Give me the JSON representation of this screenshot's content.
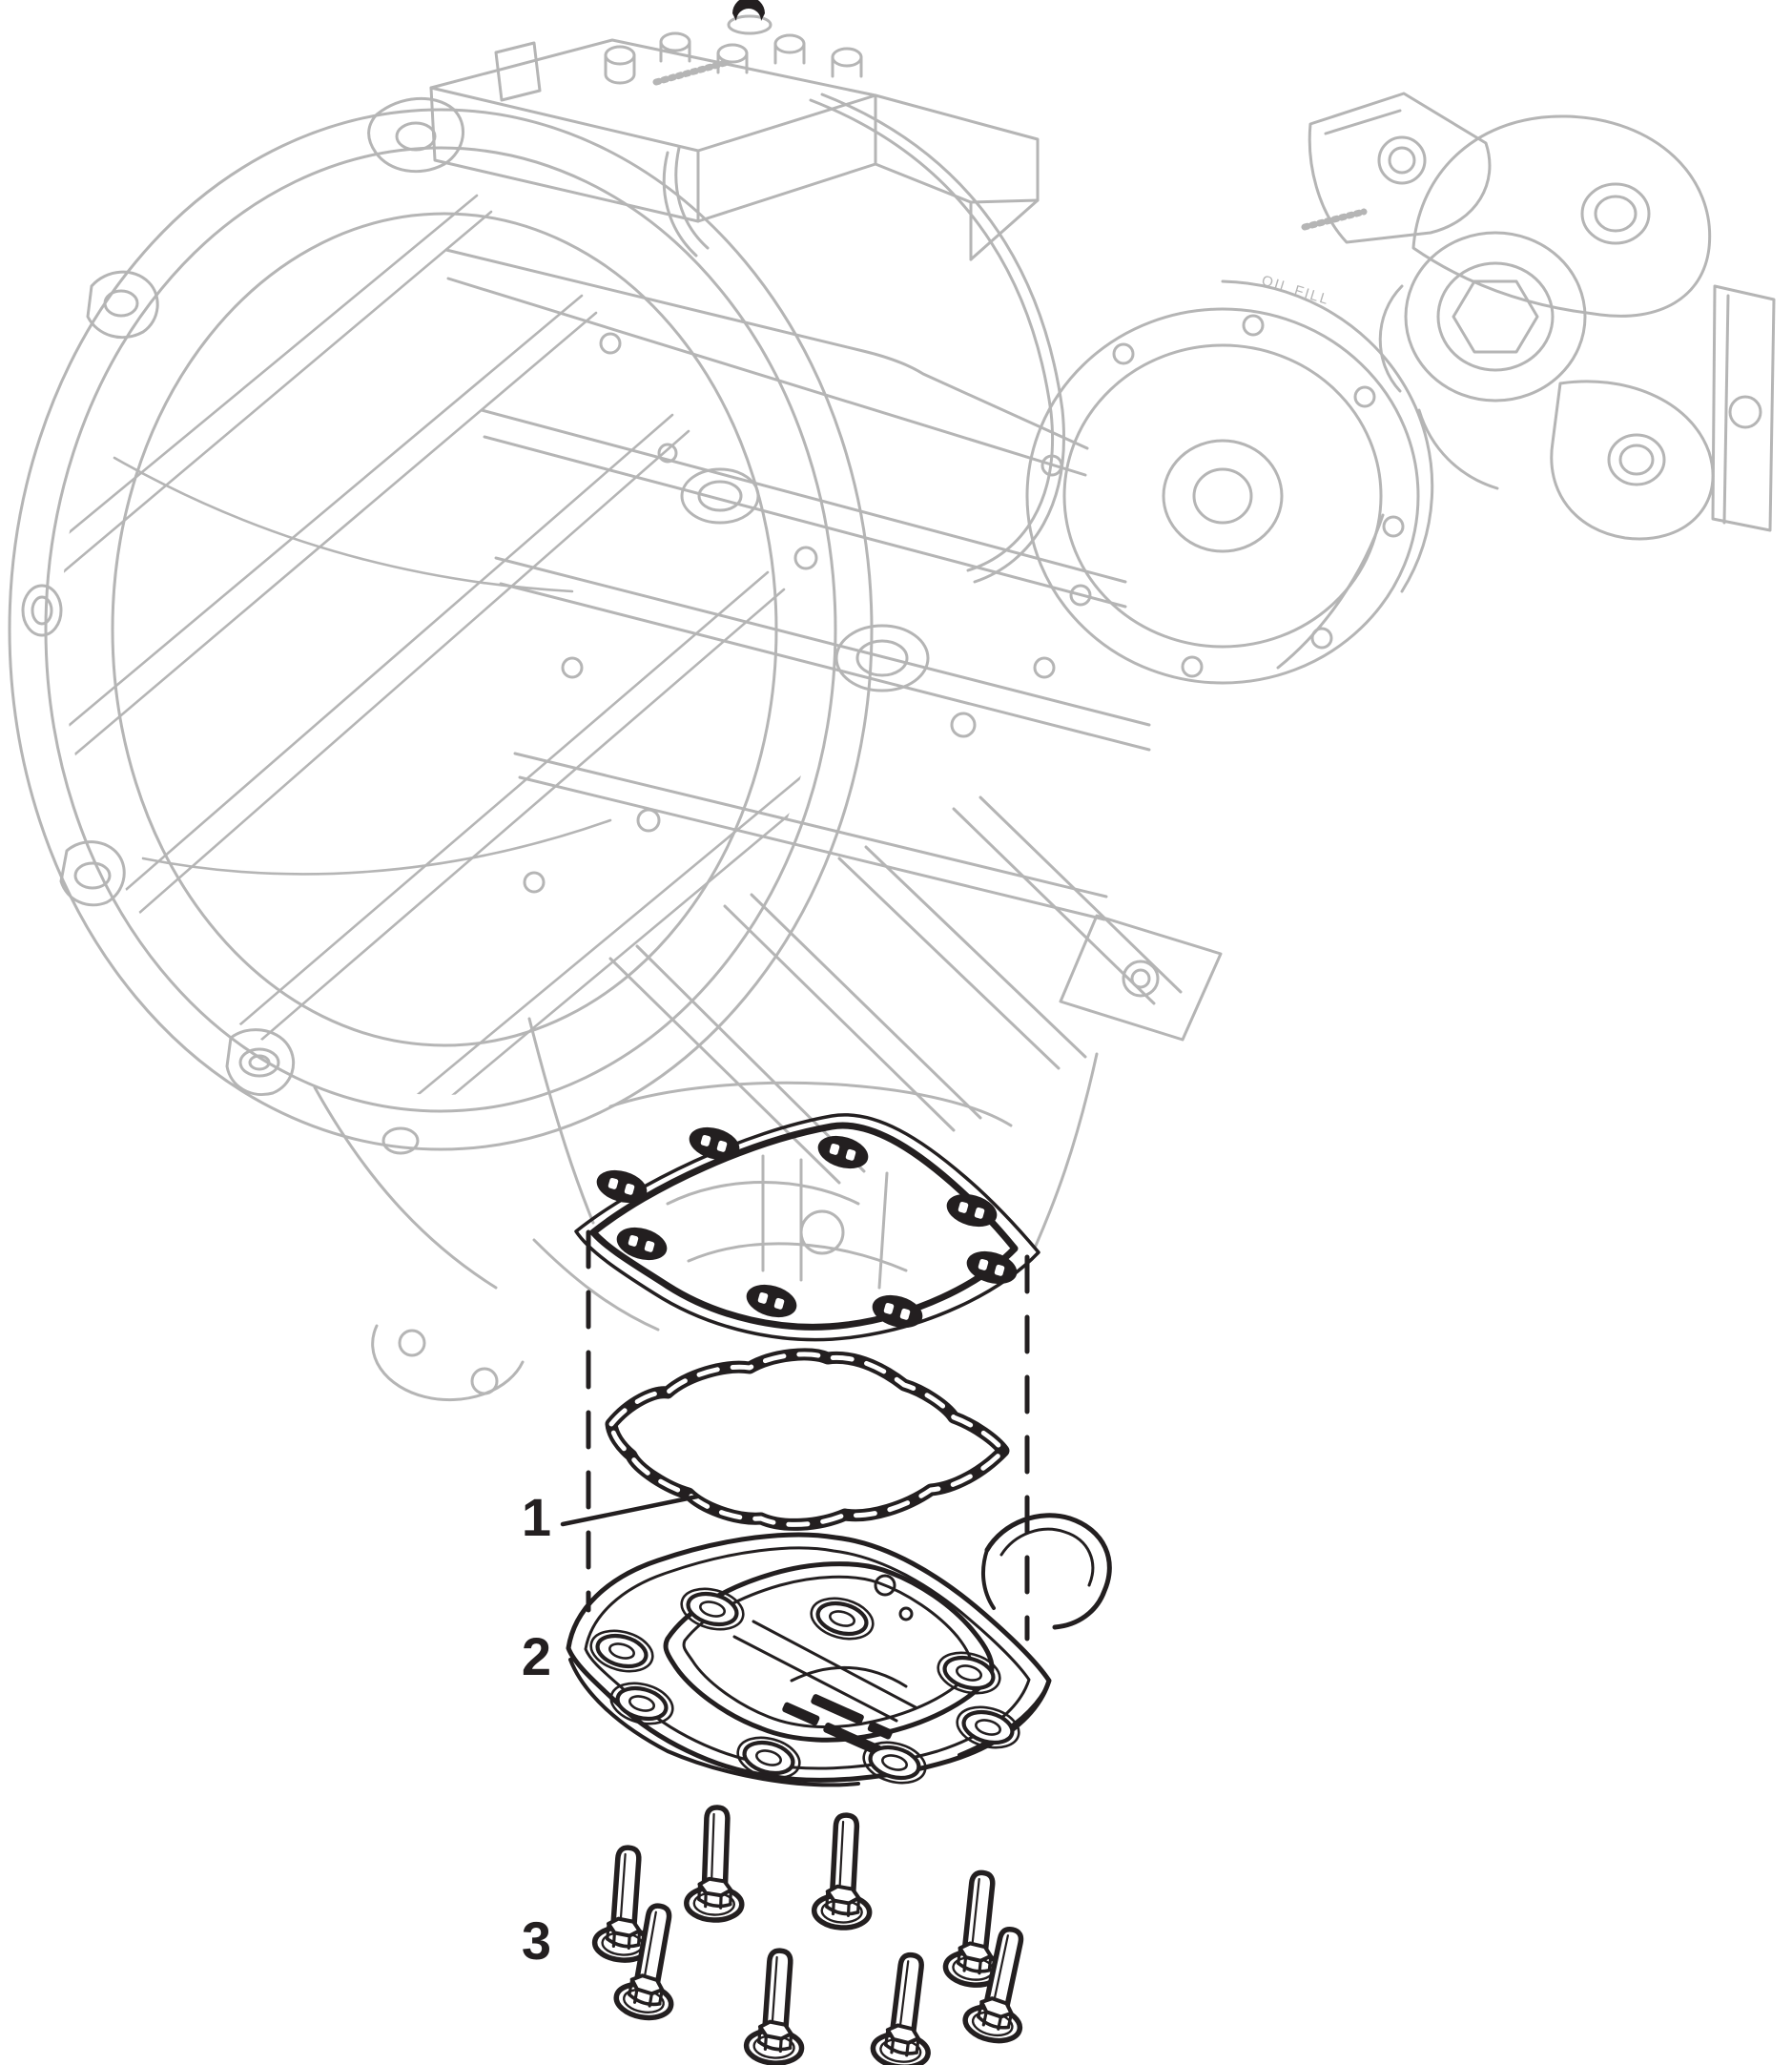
{
  "figure": {
    "background": "#ffffff",
    "assembly_line_color": "#b5b5b5",
    "part_line_color": "#231f20",
    "case_marking": "OIL FILL",
    "callouts": [
      {
        "label": "1"
      },
      {
        "label": "2"
      },
      {
        "label": "3"
      }
    ]
  }
}
